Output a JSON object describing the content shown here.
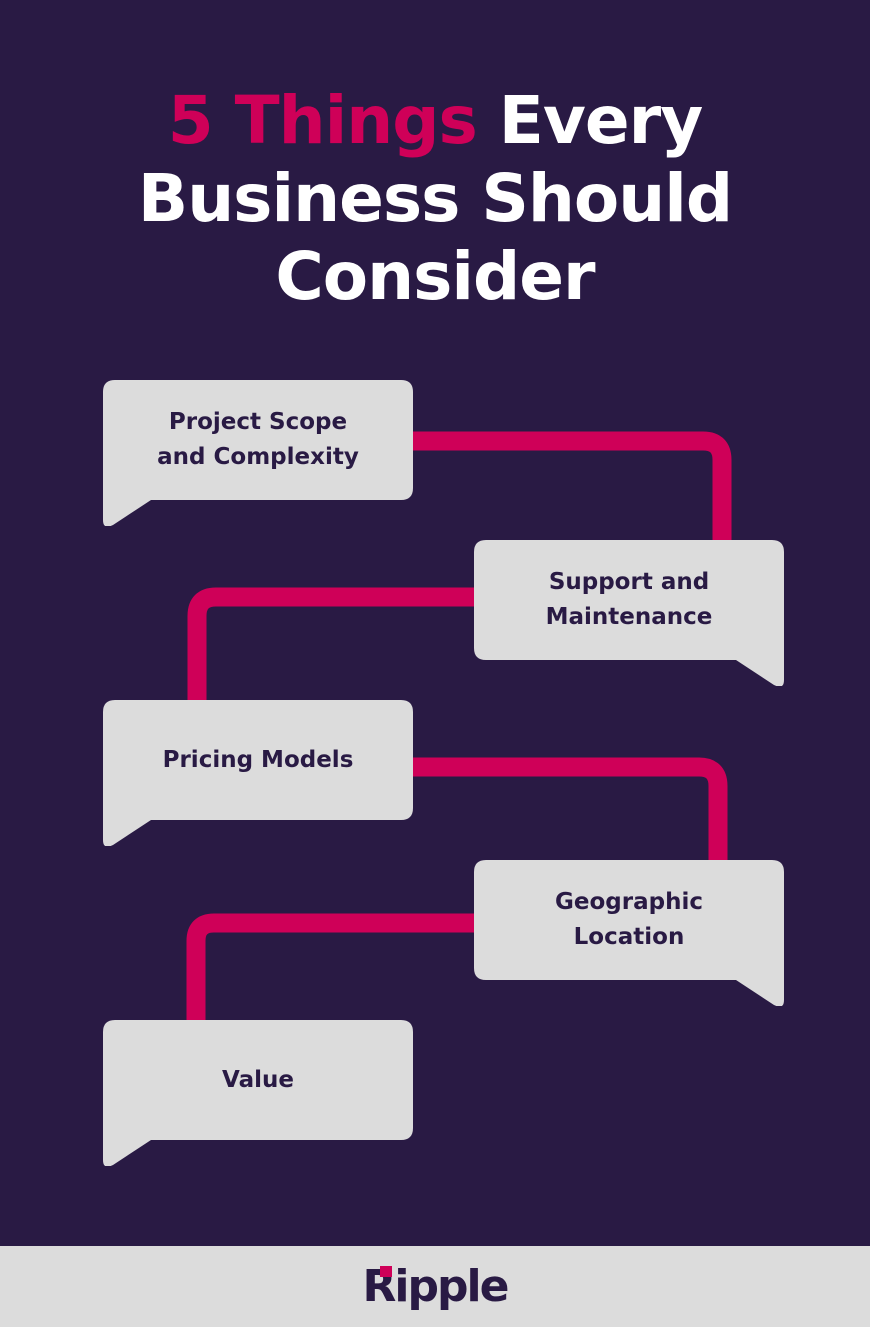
{
  "title": {
    "accent": "5 Things",
    "part1": "Every",
    "part2": "Business Should",
    "part3": "Consider"
  },
  "steps": [
    {
      "label": "Project Scope\nand Complexity"
    },
    {
      "label": "Support and\nMaintenance"
    },
    {
      "label": "Pricing Models"
    },
    {
      "label": "Geographic\nLocation"
    },
    {
      "label": "Value"
    }
  ],
  "footer": {
    "logo": "Ripple"
  },
  "colors": {
    "background": "#291a44",
    "accent": "#cf0058",
    "bubble": "#dcdcdc",
    "text_dark": "#291a44"
  }
}
